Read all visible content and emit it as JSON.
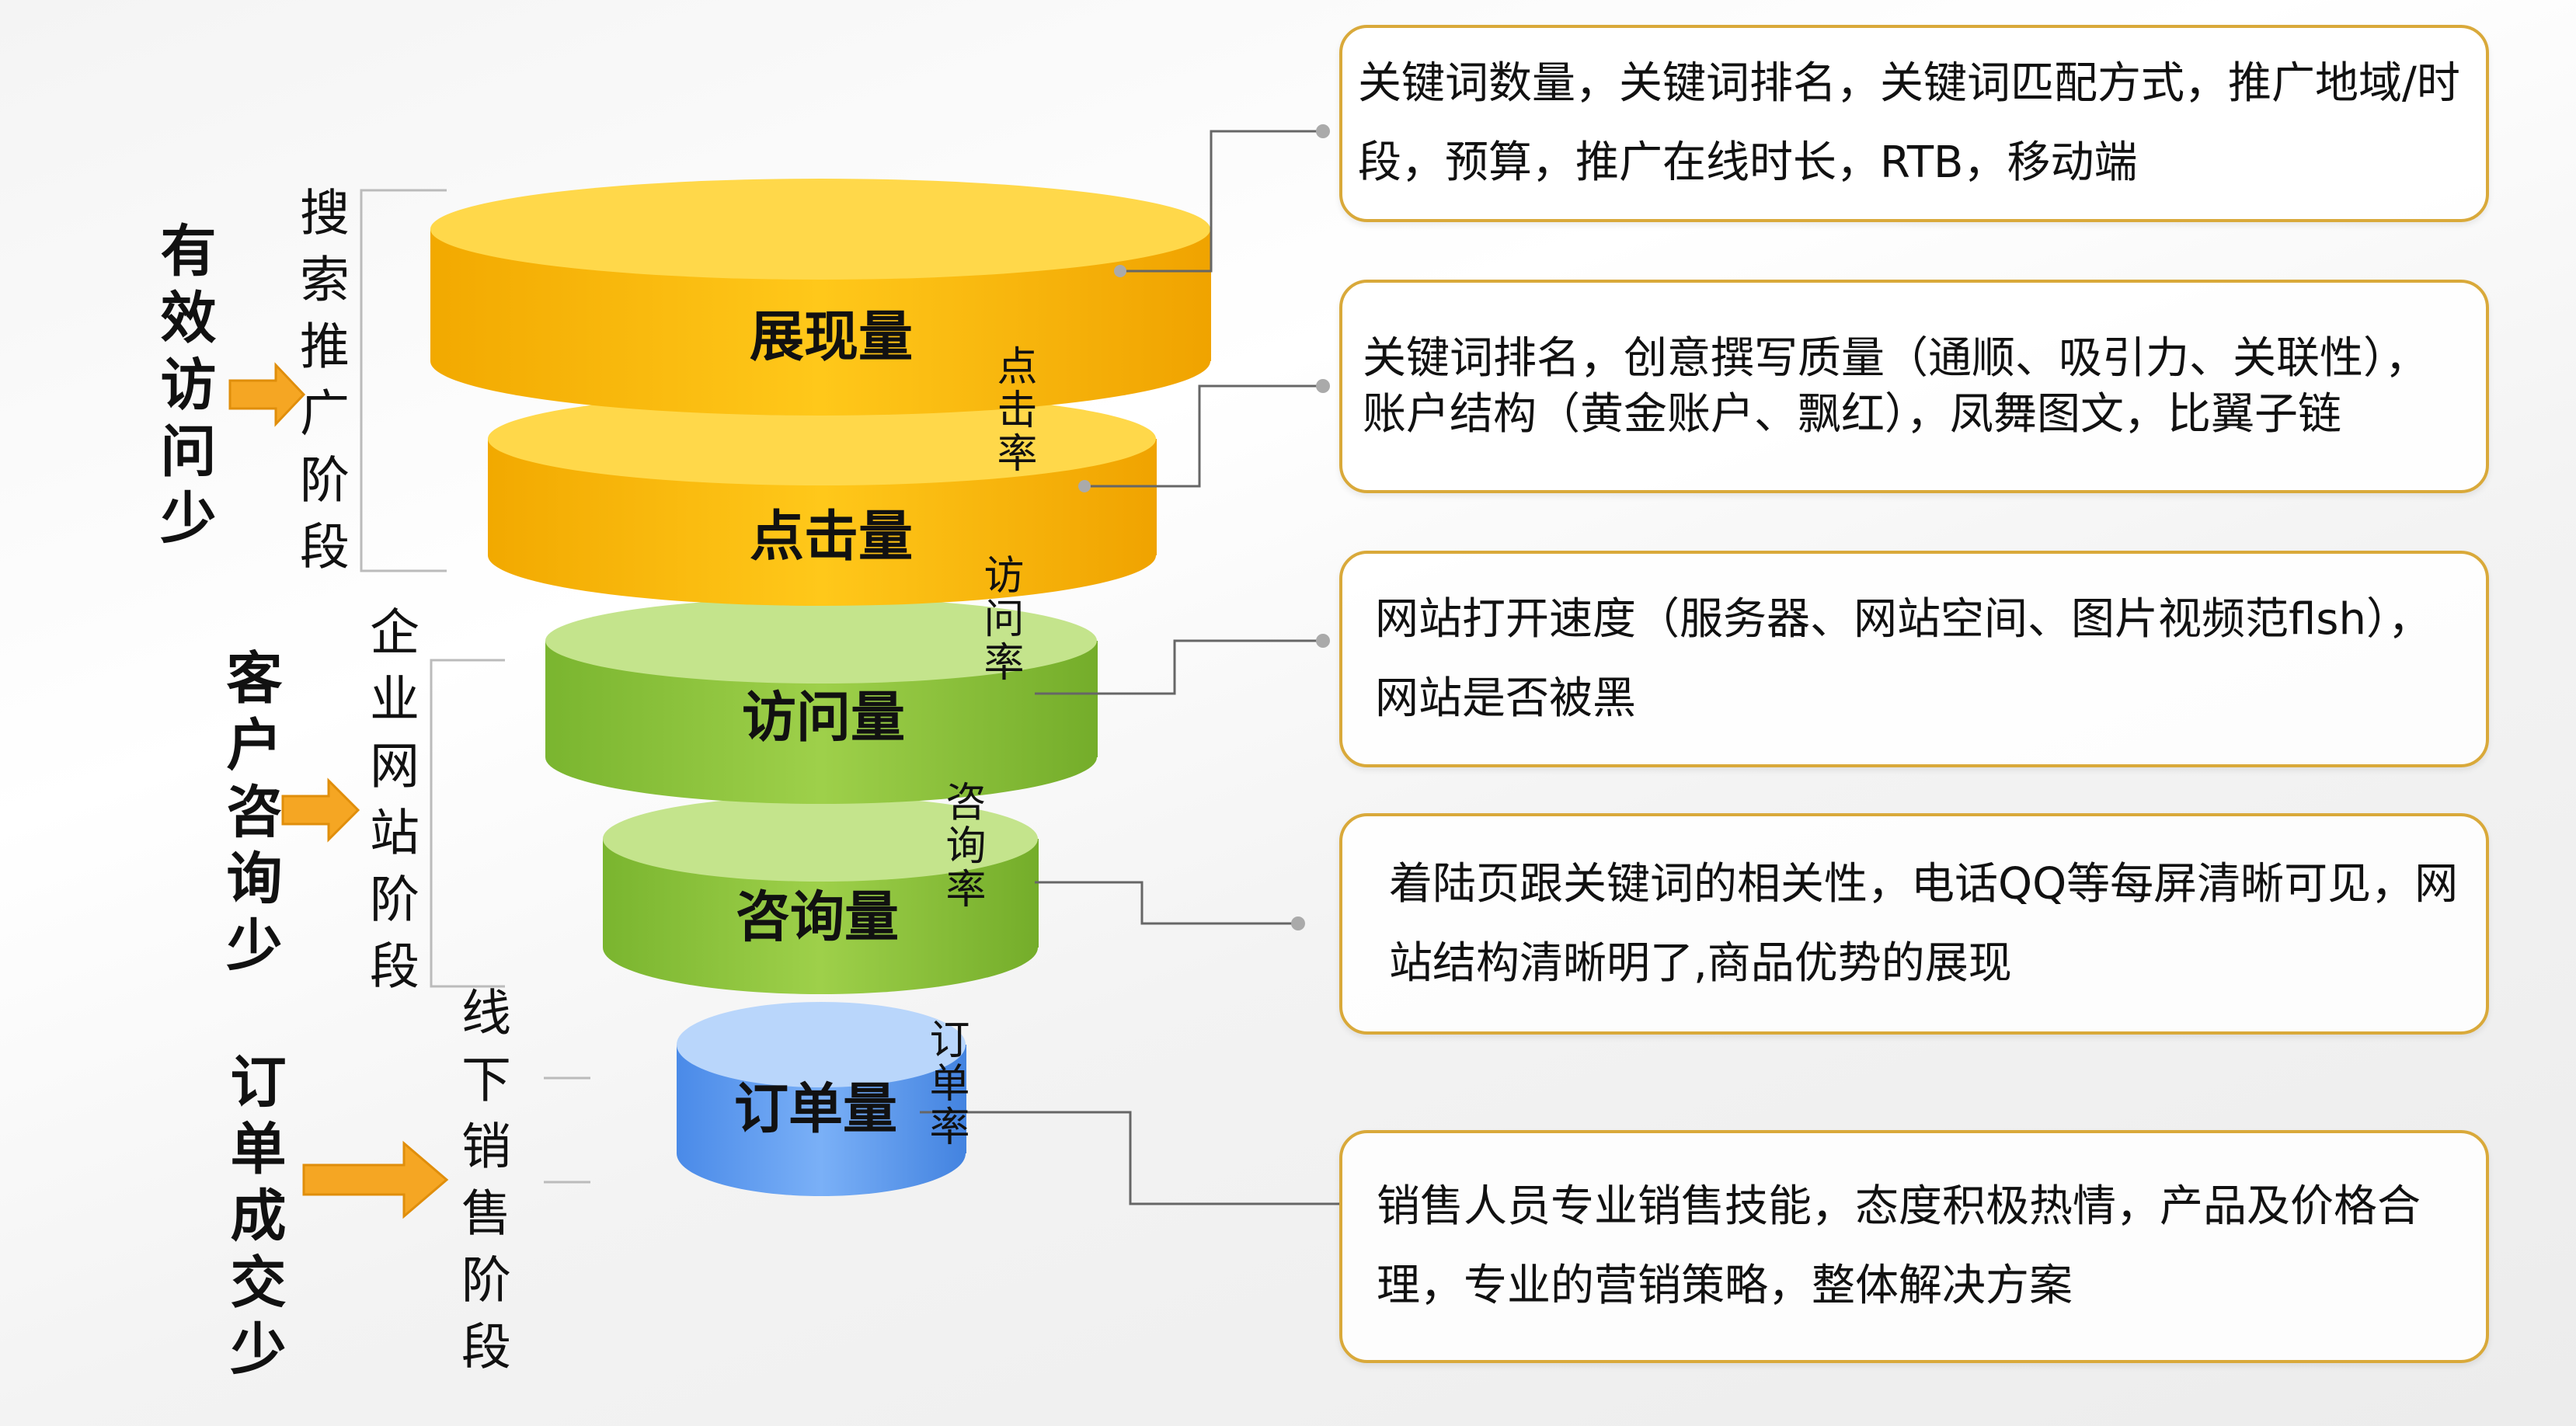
{
  "left_labels": {
    "problem_1": "有效访问少",
    "problem_2": "客户咨询少",
    "problem_3": "订单成交少",
    "stage_1": "搜索推广阶段",
    "stage_2": "企业网站阶段",
    "stage_3": "线下销售阶段"
  },
  "funnel": {
    "levels": [
      {
        "label": "展现量",
        "color": "#f7b500"
      },
      {
        "label": "点击量",
        "color": "#f7b500"
      },
      {
        "label": "访问量",
        "color": "#8cc63f"
      },
      {
        "label": "咨询量",
        "color": "#8cc63f"
      },
      {
        "label": "订单量",
        "color": "#5b9bf0"
      }
    ],
    "rates": [
      "点击率",
      "访问率",
      "咨询率",
      "订单率"
    ]
  },
  "factors": [
    "关键词数量，关键词排名，关键词匹配方式，推广地域/时段，预算，推广在线时长，RTB，移动端",
    "关键词排名，创意撰写质量（通顺、吸引力、关联性），账户结构（黄金账户、飘红），凤舞图文，比翼子链",
    "网站打开速度（服务器、网站空间、图片视频范flsh），网站是否被黑",
    "着陆页跟关键词的相关性，电话QQ等每屏清晰可见，网站结构清晰明了,商品优势的展现",
    "销售人员专业销售技能，态度积极热情，产品及价格合理，专业的营销策略，整体解决方案"
  ],
  "colors": {
    "arrow": "#f5a623",
    "border": "#d9a93a",
    "connector": "#666666"
  }
}
